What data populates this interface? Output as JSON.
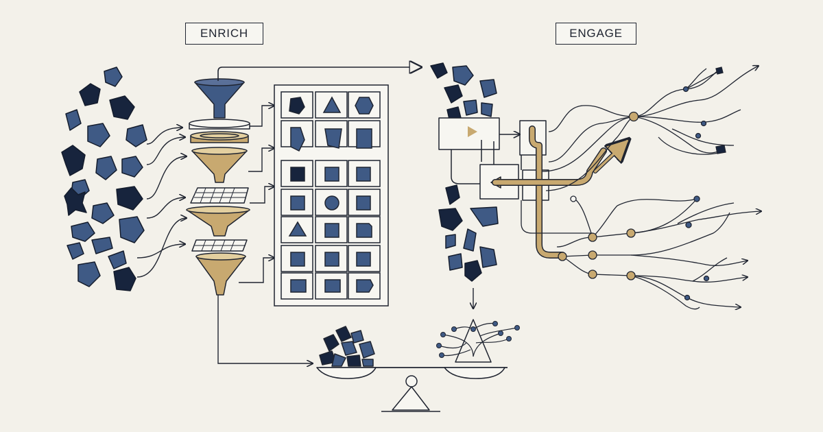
{
  "labels": {
    "enrich": "ENRICH",
    "engage": "ENGAGE"
  },
  "colors": {
    "background": "#f3f1ea",
    "line": "#1f2430",
    "navy": "#17243d",
    "slate_blue": "#3f5a85",
    "gold": "#c8a970",
    "gold_dark": "#a88b50"
  },
  "icons": {
    "raw_fragments": "irregular-shape-cluster",
    "funnels": "funnel-stack",
    "sorted_grid": "shape-grid",
    "scale": "balance-scale",
    "network": "branching-network"
  }
}
